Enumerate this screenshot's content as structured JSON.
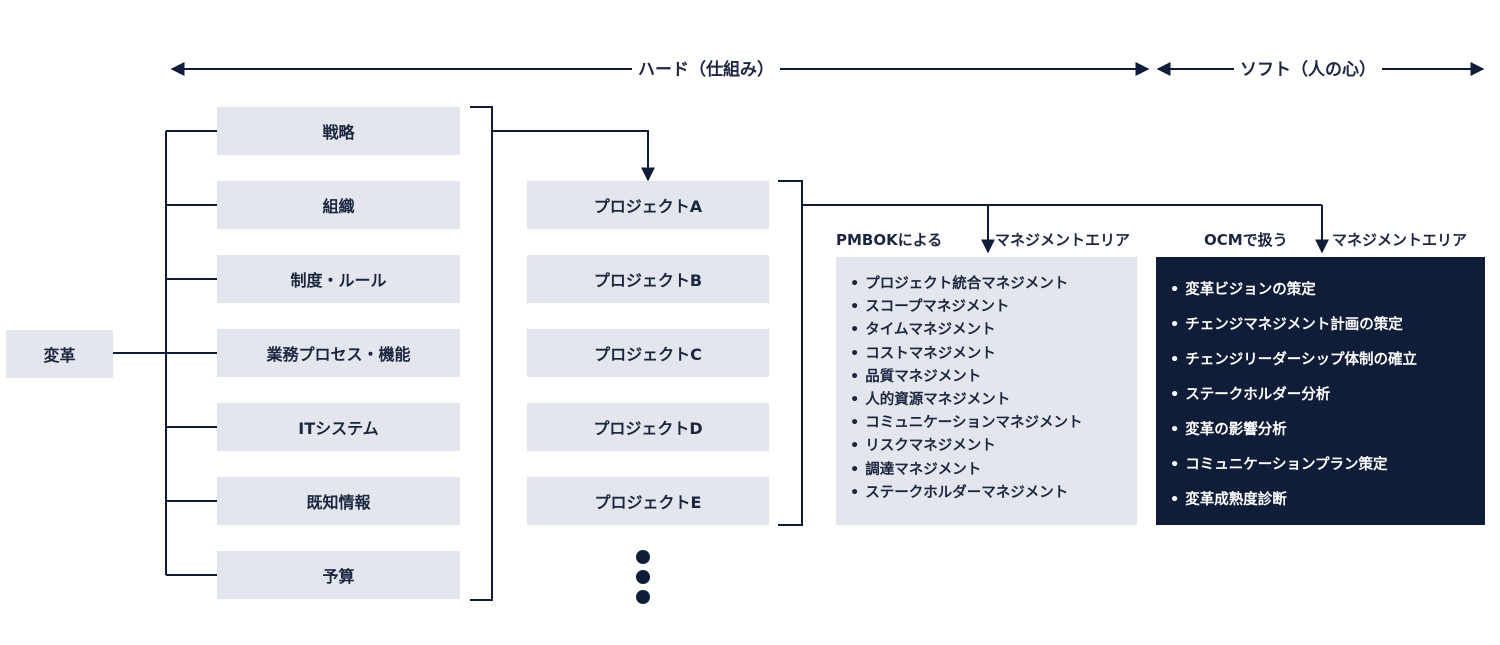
{
  "header": {
    "hard_label": "ハード（仕組み）",
    "soft_label": "ソフト（人の心）"
  },
  "root_label": "変革",
  "hard_items": [
    "戦略",
    "組織",
    "制度・ルール",
    "業務プロセス・機能",
    "ITシステム",
    "既知情報",
    "予算"
  ],
  "projects": [
    "プロジェクトA",
    "プロジェクトB",
    "プロジェクトC",
    "プロジェクトD",
    "プロジェクトE"
  ],
  "more_icon": "vertical-ellipsis",
  "pmbok": {
    "title_left": "PMBOKによる",
    "title_right": "マネジメントエリア",
    "items": [
      "プロジェクト統合マネジメント",
      "スコープマネジメント",
      "タイムマネジメント",
      "コストマネジメント",
      "品質マネジメント",
      "人的資源マネジメント",
      "コミュニケーションマネジメント",
      "リスクマネジメント",
      "調達マネジメント",
      "ステークホルダーマネジメント"
    ]
  },
  "ocm": {
    "title_left": "OCMで扱う",
    "title_right": "マネジメントエリア",
    "items": [
      "変革ビジョンの策定",
      "チェンジマネジメント計画の策定",
      "チェンジリーダーシップ体制の確立",
      "ステークホルダー分析",
      "変革の影響分析",
      "コミュニケーションプラン策定",
      "変革成熟度診断"
    ]
  },
  "colors": {
    "navy": "#101d38",
    "box_fill": "#e3e6ec",
    "text": "#1b2640"
  }
}
